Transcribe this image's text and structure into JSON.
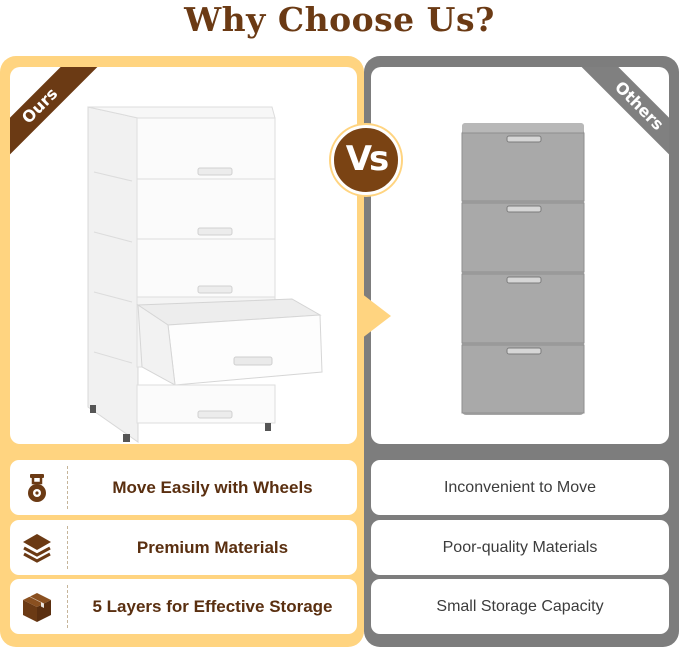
{
  "title": "Why Choose Us?",
  "vs_label": "Vs",
  "ours": {
    "ribbon": "Ours",
    "image": "white-5-drawer-cabinet",
    "features": [
      {
        "icon": "caster-wheel-icon",
        "label": "Move Easily with Wheels"
      },
      {
        "icon": "layers-icon",
        "label": "Premium Materials"
      },
      {
        "icon": "box-icon",
        "label": "5 Layers for Effective Storage"
      }
    ]
  },
  "others": {
    "ribbon": "Others",
    "image": "grey-4-drawer-cabinet",
    "features": [
      {
        "label": "Inconvenient to Move"
      },
      {
        "label": "Poor-quality Materials"
      },
      {
        "label": "Small Storage Capacity"
      }
    ]
  },
  "colors": {
    "title": "#6b3a14",
    "ours_panel": "#ffd480",
    "others_panel": "#7d7d7d",
    "vs_badge": "#7a4313"
  }
}
